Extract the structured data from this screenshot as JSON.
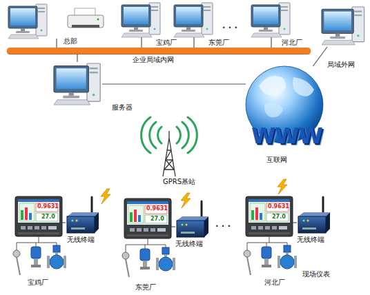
{
  "diagram": {
    "nodes": [
      {
        "text": [
          "总部"
        ]
      },
      {
        "text": [
          "宝鸡厂"
        ]
      },
      {
        "text": [
          "东莞厂"
        ]
      },
      {
        "text": [
          "河北厂"
        ]
      },
      {
        "text": [
          "局域外网"
        ]
      },
      {
        "text": [
          "企业局域内网"
        ]
      },
      {
        "text": [
          "服务器"
        ]
      },
      {
        "text": [
          "WWW",
          "互联网"
        ]
      },
      {
        "text": [
          "GPRS基站"
        ]
      },
      {
        "text": [
          "0.9631",
          "27.0"
        ]
      },
      {
        "text": [
          "无线终端"
        ]
      },
      {
        "text": [
          "0.9631",
          "27.0"
        ]
      },
      {
        "text": [
          "无线终端"
        ]
      },
      {
        "text": [
          "0.9631",
          "27.0"
        ]
      },
      {
        "text": [
          "无线终端"
        ]
      }
    ],
    "edges": [
      {
        "from": 0,
        "to": 5,
        "arrow": "none"
      },
      {
        "from": 1,
        "to": 5,
        "arrow": "none"
      },
      {
        "from": 2,
        "to": 5,
        "arrow": "none"
      },
      {
        "from": 3,
        "to": 5,
        "arrow": "none"
      },
      {
        "from": 5,
        "to": 6,
        "arrow": "none"
      },
      {
        "from": 6,
        "to": 7,
        "arrow": "none"
      },
      {
        "from": 7,
        "to": 4,
        "arrow": "none"
      },
      {
        "from": 9,
        "to": 10,
        "arrow": "none"
      },
      {
        "from": 11,
        "to": 12,
        "arrow": "none"
      },
      {
        "from": 13,
        "to": 14,
        "arrow": "none"
      }
    ],
    "labels": [
      "· · ·",
      "· · ·",
      "宝鸡厂",
      "东莞厂",
      "河北厂",
      "现场仪表"
    ]
  }
}
